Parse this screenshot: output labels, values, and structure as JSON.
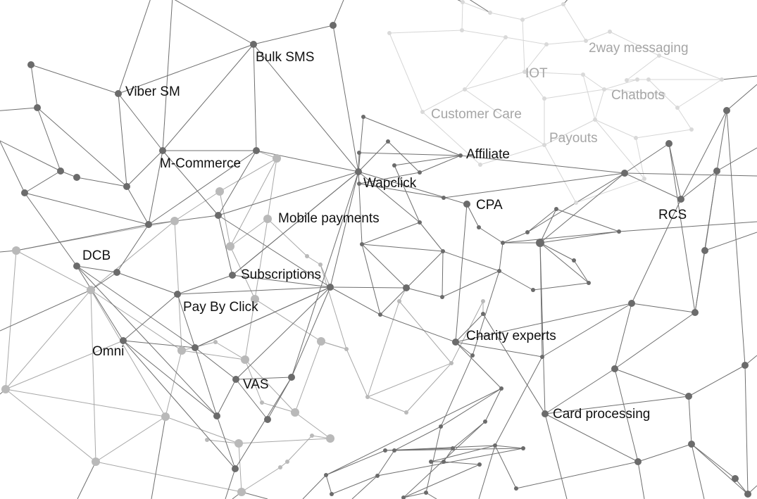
{
  "colors": {
    "background": "#ffffff",
    "edge_dark": "#6f6f6f",
    "edge_mid": "#a8a8a8",
    "edge_light": "#d6d6d6",
    "node_dark": "#6b6b6b",
    "node_mid": "#b9b9b9",
    "node_light": "#d9d9d9",
    "label_dark": "#111111",
    "label_light": "#a6a6a6"
  },
  "labels": {
    "bulk_sms": "Bulk SMS",
    "viber_sm": "Viber SM",
    "m_commerce": "M-Commerce",
    "wapclick": "Wapclick",
    "affiliate": "Affiliate",
    "cpa": "CPA",
    "rcs": "RCS",
    "mobile_payments": "Mobile payments",
    "dcb": "DCB",
    "subscriptions": "Subscriptions",
    "pay_by_click": "Pay By Click",
    "omni": "Omni",
    "vas": "VAS",
    "charity_experts": "Charity experts",
    "card_processing": "Card processing",
    "two_way_messaging": "2way messaging",
    "iot": "IOT",
    "chatbots": "Chatbots",
    "customer_care": "Customer Care",
    "payouts": "Payouts"
  }
}
